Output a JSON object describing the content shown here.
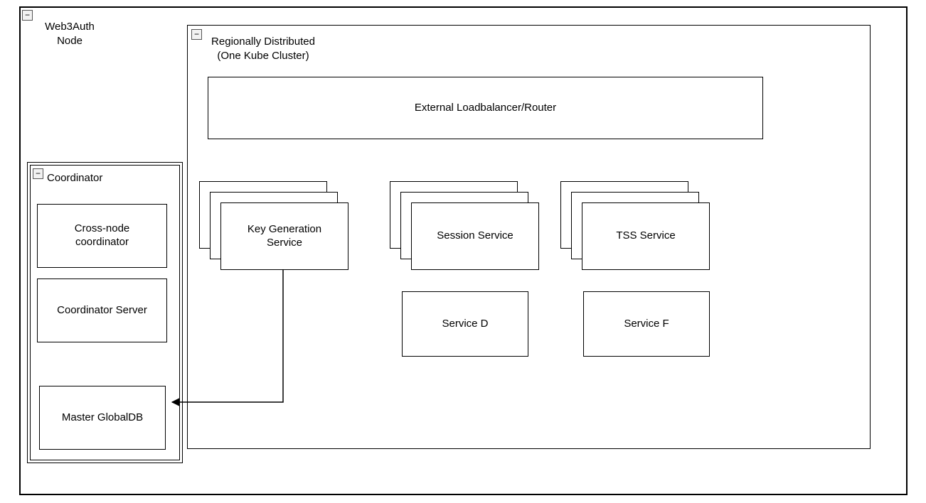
{
  "diagram": {
    "outer": {
      "label": "Web3Auth Node"
    },
    "region": {
      "label": "Regionally Distributed",
      "sublabel": "(One Kube Cluster)"
    },
    "loadbalancer": {
      "label": "External Loadbalancer/Router"
    },
    "services": [
      {
        "label": "Key Generation Service",
        "stacked": true
      },
      {
        "label": "Session Service",
        "stacked": true
      },
      {
        "label": "TSS Service",
        "stacked": true
      },
      {
        "label": "Service D",
        "stacked": false
      },
      {
        "label": "Service F",
        "stacked": false
      }
    ],
    "coordinator": {
      "label": "Coordinator",
      "items": [
        {
          "label": "Cross-node coordinator"
        },
        {
          "label": "Coordinator Server"
        },
        {
          "label": "Master GlobalDB"
        }
      ]
    },
    "connections": [
      {
        "from": "Key Generation Service",
        "to": "Master GlobalDB",
        "style": "orthogonal-arrow"
      }
    ],
    "icons": {
      "collapse": "−"
    }
  }
}
